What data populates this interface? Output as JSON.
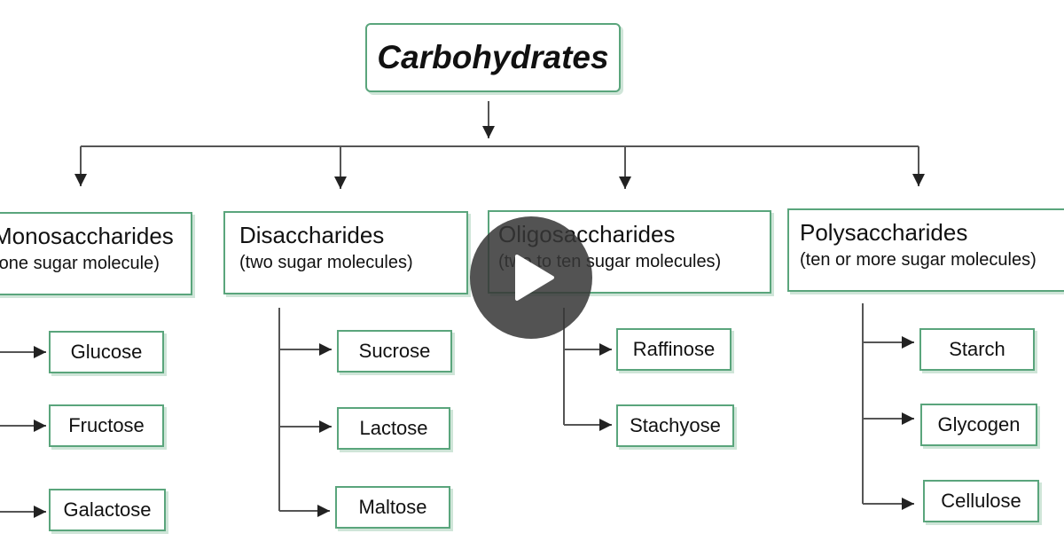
{
  "root": {
    "label": "Carbohydrates"
  },
  "categories": [
    {
      "title": "Monosaccharides",
      "subtitle": "(one sugar molecule)",
      "items": [
        "Glucose",
        "Fructose",
        "Galactose"
      ]
    },
    {
      "title": "Disaccharides",
      "subtitle": "(two sugar molecules)",
      "items": [
        "Sucrose",
        "Lactose",
        "Maltose"
      ]
    },
    {
      "title": "Oligosaccharides",
      "subtitle": "(two to ten sugar molecules)",
      "items": [
        "Raffinose",
        "Stachyose"
      ]
    },
    {
      "title": "Polysaccharides",
      "subtitle": "(ten or more sugar molecules)",
      "items": [
        "Starch",
        "Glycogen",
        "Cellulose"
      ]
    }
  ],
  "video": {
    "play_icon": "play-icon"
  },
  "colors": {
    "box_border": "#5aa57c",
    "line": "#555555",
    "overlay": "#373737"
  }
}
